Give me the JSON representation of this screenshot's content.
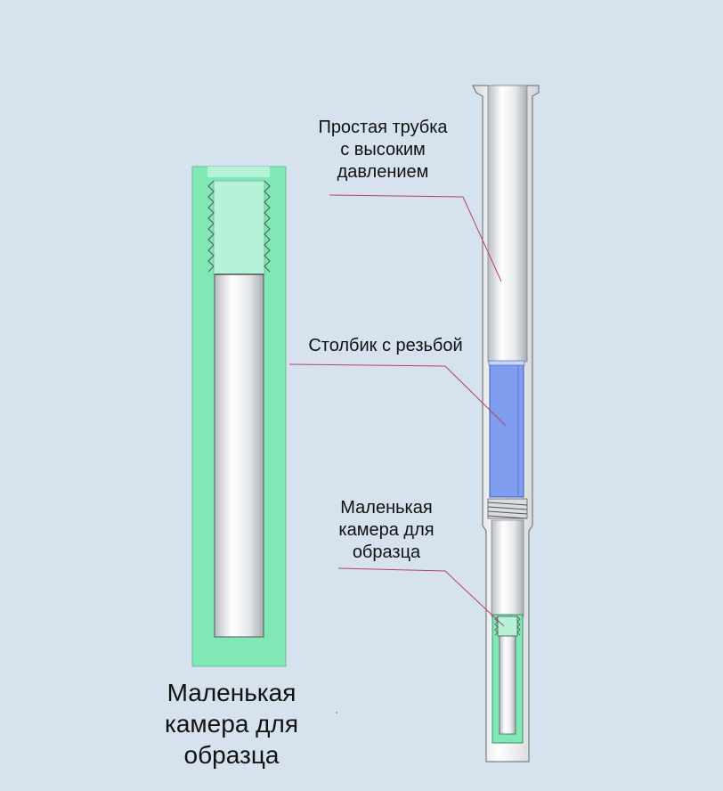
{
  "labels": {
    "tube": [
      "Простая трубка",
      "с высоким",
      "давлением"
    ],
    "post": [
      "Столбик с резьбой"
    ],
    "chamber": [
      "Маленькая",
      "камера для",
      "образца"
    ],
    "chamber_big": [
      "Маленькая",
      "камера для",
      "образца"
    ]
  },
  "colors": {
    "background": "#d6e2ee",
    "chamber_green": "#7fe8b5",
    "chamber_thread": "#b6f2d8",
    "tube_white": "#f4f6f8",
    "post_blue": "#7f9ef0",
    "leader": "#b0446a"
  }
}
